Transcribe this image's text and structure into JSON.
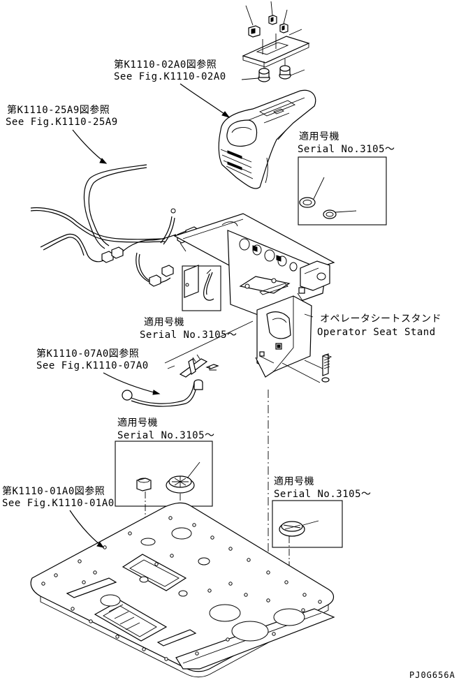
{
  "labels": {
    "console_ref_jp": "第K1110-02A0図参照",
    "console_ref_en": "See Fig.K1110-02A0",
    "harness_ref_jp": "第K1110-25A9図参照",
    "harness_ref_en": "See Fig.K1110-25A9",
    "serial_top_jp": "適用号機",
    "serial_top_en": "Serial No.3105～",
    "serial_mid_jp": "適用号機",
    "serial_mid_en": "Serial No.3105～",
    "stand_jp": "オペレータシートスタンド",
    "stand_en": "Operator Seat Stand",
    "lever_ref_jp": "第K1110-07A0図参照",
    "lever_ref_en": "See Fig.K1110-07A0",
    "serial_left_jp": "適用号機",
    "serial_left_en": "Serial No.3105～",
    "floor_ref_jp": "第K1110-01A0図参照",
    "floor_ref_en": "See Fig.K1110-01A0",
    "serial_right_jp": "適用号機",
    "serial_right_en": "Serial No.3105～",
    "drawing_no": "PJ0G656A"
  }
}
